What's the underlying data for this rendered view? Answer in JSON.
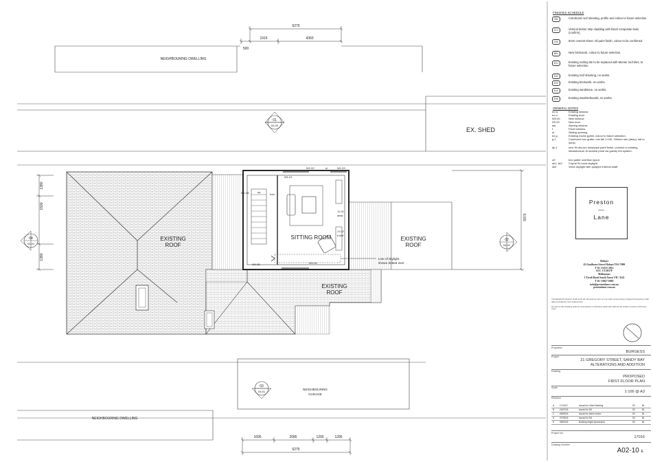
{
  "drawing": {
    "dims_top": {
      "overall": "6275",
      "a": "1915",
      "b": "4360",
      "c": "500"
    },
    "dims_bottom": {
      "a": "1695",
      "b": "2085",
      "c": "1200",
      "d": "1295",
      "overall": "6275"
    },
    "dims_left": {
      "a": "1380",
      "b": "1500",
      "c": "1380"
    },
    "dim_right": "5970",
    "labels": {
      "neighbouring_dwelling_top": "NEIGHBOURING DWELLING",
      "neighbouring_dwelling_bottom": "NEIGHBOURING DWELLING",
      "neighbouring_garage_1": "NEIGHBOURING",
      "neighbouring_garage_2": "GARAGE",
      "ex_shed": "EX. SHED",
      "existing_roof_left_1": "EXISTING",
      "existing_roof_left_2": "ROOF",
      "existing_roof_mid_1": "EXISTING",
      "existing_roof_mid_2": "ROOF",
      "existing_roof_right_1": "EXISTING",
      "existing_roof_right_2": "ROOF",
      "sitting_room": "SITTING ROOM",
      "skylight_note_1": "Line of skylight",
      "skylight_note_2": "shown dotted over",
      "up": "up",
      "w01": "W1.01",
      "w02": "W1.02",
      "w03": "W1.03",
      "w04": "W1.04",
      "w05": "W1.05",
      "w06": "W1.06",
      "sl": "sl",
      "hob": "hob",
      "j01": "J1.01",
      "j01b": "desk",
      "j02": "J1.02",
      "j02b": "b'shlf"
    },
    "sections": [
      {
        "num": "01",
        "ref": "04-00"
      },
      {
        "num": "02",
        "ref": "04-01"
      },
      {
        "num": "03",
        "ref": "04-01"
      },
      {
        "num": "04",
        "ref": "04-01"
      }
    ]
  },
  "finishes": {
    "title": "FINISHES SCHEDULE",
    "items": [
      {
        "code": "CB1",
        "desc": "Colorbond roof sheeting, profile and colour to future selection."
      },
      {
        "code": "CL1",
        "desc": "Vertical timber strip cladding with black composite stain (confirm)."
      },
      {
        "code": "CS2",
        "desc": "6mm cement sheet. All paint finish, colour to be confirmed."
      },
      {
        "code": "BR1",
        "desc": "New brickwork, colour to future selection."
      },
      {
        "code": "EX1",
        "desc": "Existing roofing tile to be replaced with Monier roof tiles, to future selection."
      },
      {
        "code": "EX2",
        "desc": "Existing roof sheeting, no works."
      },
      {
        "code": "EX3",
        "desc": "Existing brickwork, no works."
      },
      {
        "code": "EX4",
        "desc": "Existing sandstone, no works."
      },
      {
        "code": "EX5",
        "desc": "Existing weatherboards, no works."
      }
    ]
  },
  "general_notes": {
    "title": "GENERAL NOTES",
    "items": [
      {
        "ab": "ex.w",
        "desc": "Existing window"
      },
      {
        "ab": "ex.d",
        "desc": "Existing door"
      },
      {
        "ab": "W0.00",
        "desc": "New window"
      },
      {
        "ab": "D0.00",
        "desc": "New door"
      },
      {
        "ab": "aw.",
        "desc": "Awning window"
      },
      {
        "ab": "f.",
        "desc": "Fixed window"
      },
      {
        "ab": "sl.",
        "desc": "Sliding opening"
      },
      {
        "ab": "ex.g",
        "desc": "Existing eaves gutter, colour to future selection."
      },
      {
        "ab": "g.1",
        "desc": "Colorbond box gutter, min fall 1:100, 150mm min (deep), fall to sump."
      },
      {
        "ab": "dp.1",
        "desc": "new 90 dia pvc downpipe paint finish, connect to existing infrastructure at nearest point via gravity fed system."
      },
      {
        "ab": "o/f",
        "desc": "box gutter overflow spout."
      },
      {
        "ab": "sk1, sk2",
        "desc": "Copral St Lucia skylight."
      },
      {
        "ab": "sk3",
        "desc": "Velux skylight with splayed internal shaft"
      }
    ]
  },
  "logo": {
    "line1": "Preston",
    "line2": "—",
    "line3": "Lane"
  },
  "contact": [
    "Hobart",
    "43 Goulburn Street Hobart TAS 7000",
    "T 61 3 6231 2012",
    "ACC CC5017F",
    "Melbourne",
    "3 Tivoli Road South Yarra VIC 3141",
    "T 61 3 9827 6903",
    "info@prestonlane.com.au",
    "prestonlane.com.au"
  ],
  "disclaimer_1": "The Builder/Contractor shall verify job dimensions prior to any work commencing. Figured dimensions shall take precedence over scaled work.",
  "disclaimer_2": "No part of this drawing shall be reproduced or otherwise dealt with without the written consent of Preston Lane.",
  "titleblock": {
    "proprietor_label": "Proprietor",
    "proprietor": "BURGESS",
    "project_label": "Project",
    "project_1": "21 GREGORY STREET, SANDY BAY",
    "project_2": "ALTERATIONS AND ADDITION",
    "drawing_label": "Drawing",
    "drawing_1": "PROPOSED",
    "drawing_2": "FIRST FLOOR PLAN",
    "scale_label": "Scale",
    "scale": "1:100 @ A3",
    "revision_label": "Revision",
    "revisions": [
      {
        "rev": "A",
        "date": "17/10/17",
        "desc": "Issued for Client Meeting",
        "by": "SC",
        "chk": "BL"
      },
      {
        "rev": "B",
        "date": "24/02/18",
        "desc": "Issued for DA",
        "by": "SC",
        "chk": "BL"
      },
      {
        "rev": "C",
        "date": "05/08/18",
        "desc": "Issued for client review",
        "by": "SC",
        "chk": "BL"
      },
      {
        "rev": "D",
        "date": "07/08/18",
        "desc": "Issued for DA",
        "by": "SC",
        "chk": "BL"
      },
      {
        "rev": "E",
        "date": "08/09/18",
        "desc": "Building height ammended",
        "by": "SC",
        "chk": "BL"
      }
    ],
    "project_no_label": "Project No.",
    "project_no": "17016",
    "drawing_number_label": "Drawing Number",
    "drawing_number": "A02-10",
    "drawing_rev": "E"
  }
}
